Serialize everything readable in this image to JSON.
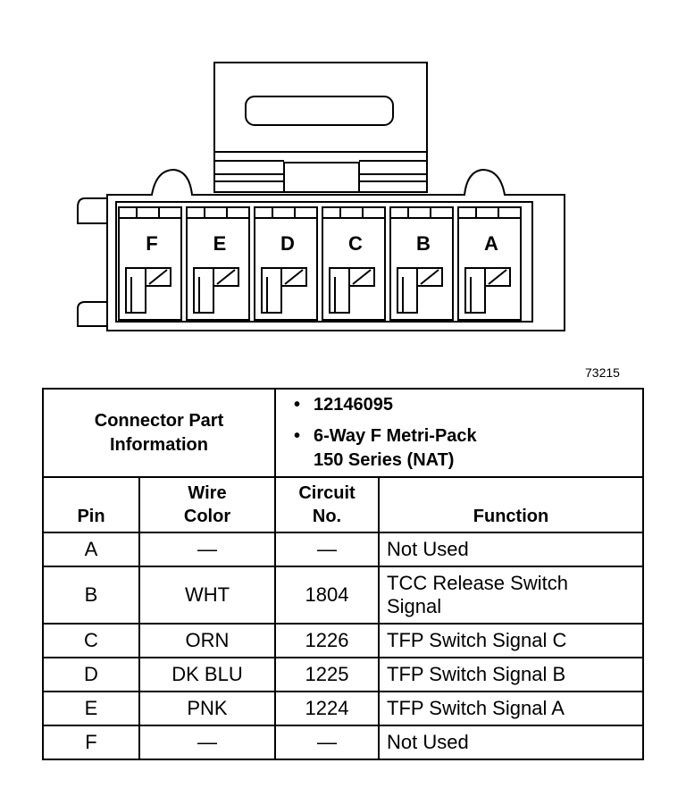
{
  "figure_id": "73215",
  "connector": {
    "pins": [
      "F",
      "E",
      "D",
      "C",
      "B",
      "A"
    ]
  },
  "info": {
    "title_line1": "Connector Part",
    "title_line2": "Information",
    "items": [
      "12146095",
      "6-Way F Metri-Pack",
      "150 Series (NAT)"
    ]
  },
  "headers": {
    "pin": "Pin",
    "wire_line1": "Wire",
    "wire_line2": "Color",
    "circuit_line1": "Circuit",
    "circuit_line2": "No.",
    "function": "Function"
  },
  "rows": [
    {
      "pin": "A",
      "wire": "—",
      "circuit": "—",
      "function": "Not Used",
      "function2": ""
    },
    {
      "pin": "B",
      "wire": "WHT",
      "circuit": "1804",
      "function": "TCC Release Switch",
      "function2": "Signal"
    },
    {
      "pin": "C",
      "wire": "ORN",
      "circuit": "1226",
      "function": "TFP Switch Signal C",
      "function2": ""
    },
    {
      "pin": "D",
      "wire": "DK BLU",
      "circuit": "1225",
      "function": "TFP Switch Signal B",
      "function2": ""
    },
    {
      "pin": "E",
      "wire": "PNK",
      "circuit": "1224",
      "function": "TFP Switch Signal A",
      "function2": ""
    },
    {
      "pin": "F",
      "wire": "—",
      "circuit": "—",
      "function": "Not Used",
      "function2": ""
    }
  ]
}
